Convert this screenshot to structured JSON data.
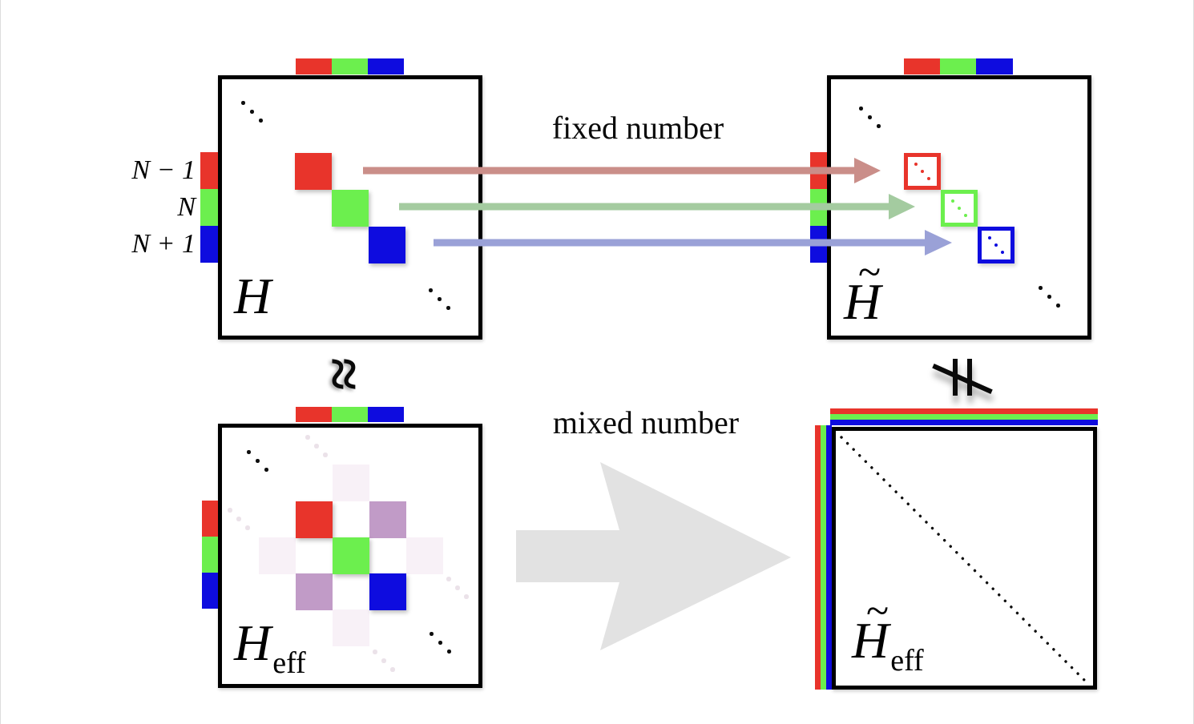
{
  "labels": {
    "H": "H",
    "tilde": "~",
    "eff": "eff",
    "row_top": "N − 1",
    "row_mid": "N",
    "row_bottom": "N + 1",
    "fixed": "fixed number",
    "mixed": "mixed number",
    "approx": "≈"
  },
  "icons": {
    "approx_rotated": "vertical-approximately-equal",
    "not_parallel": "crossed-double-bar-not-equivalent",
    "ellipsis": "diagonal-dots"
  },
  "colors": {
    "red": "#e8342b",
    "green": "#6cef4e",
    "blue": "#0e0cdf",
    "purple": "#c19bc7",
    "faint_block": "#f8f1f7",
    "faint_dot": "#ebe2e9",
    "arrow_red": "#ca8e89",
    "arrow_green": "#a4cba0",
    "arrow_blue": "#9aa1d7",
    "big_arrow": "#e2e2e2",
    "ink": "#0e0e0e"
  }
}
